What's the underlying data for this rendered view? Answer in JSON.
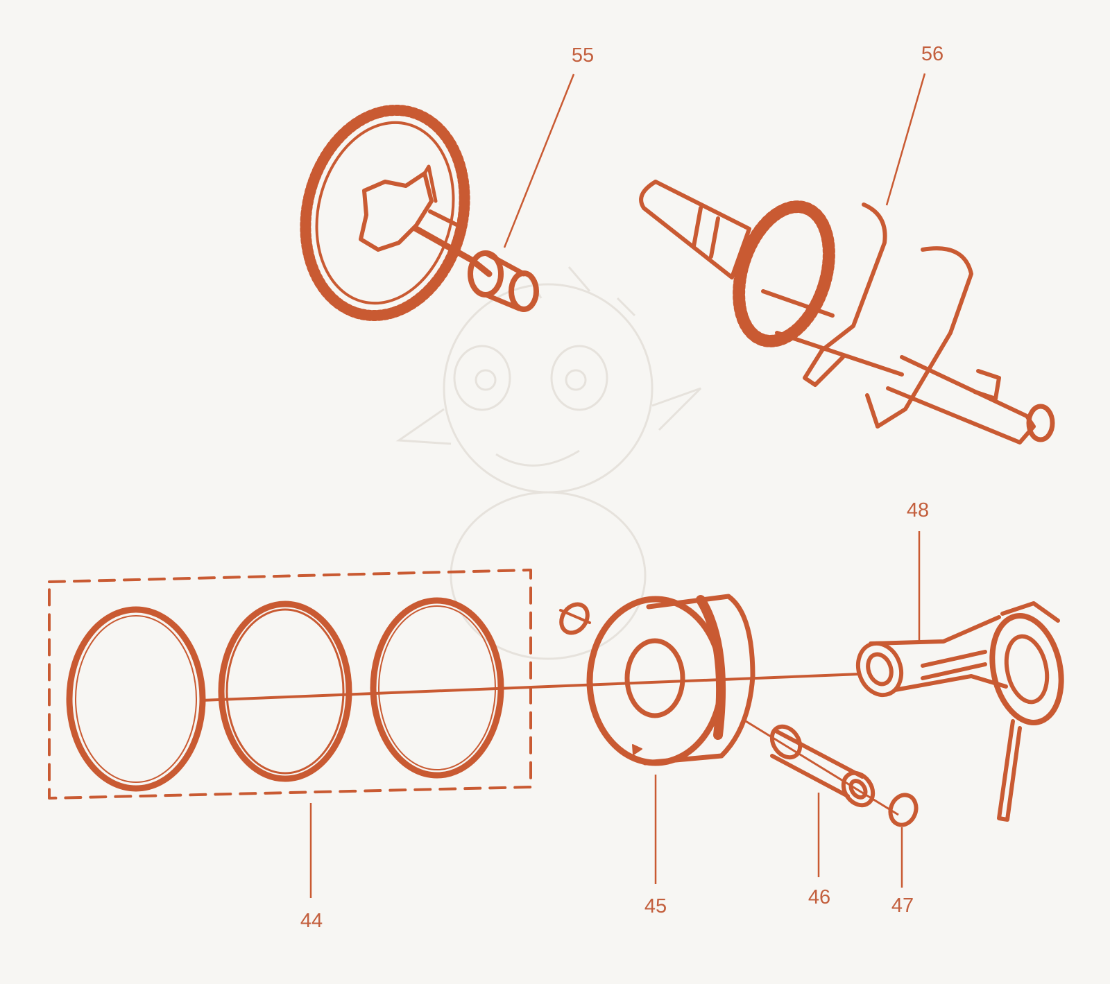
{
  "colors": {
    "background": "#f7f6f3",
    "parts": "#c95a32",
    "labels": "#c35f3d",
    "watermark": "#e9e6e1"
  },
  "callouts": {
    "c44": "44",
    "c45": "45",
    "c46": "46",
    "c47": "47",
    "c48": "48",
    "c55": "55",
    "c56": "56"
  },
  "parts": {
    "p44": "piston-ring-set",
    "p45": "piston",
    "p46": "piston-pin",
    "p47": "pin-clip",
    "p48": "connecting-rod",
    "p55": "camshaft-gear",
    "p56": "crankshaft"
  },
  "watermark": "baby-dragon-illustration"
}
